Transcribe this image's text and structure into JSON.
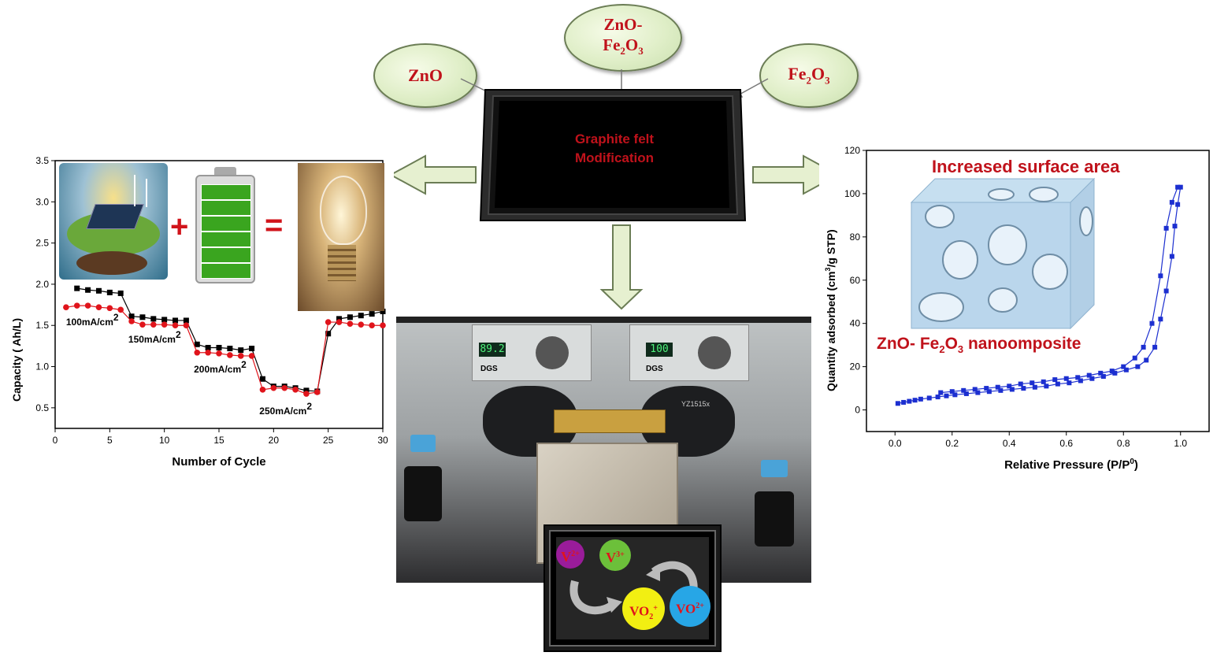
{
  "bubbles": {
    "zno": "ZnO",
    "zno_fe2o3_line1": "ZnO-",
    "fe2o3_base": "Fe",
    "fe2o3_sub1": "2",
    "fe2o3_o": "O",
    "fe2o3_sub2": "3"
  },
  "center_panel": {
    "line1": "Graphite felt",
    "line2": "Modification"
  },
  "ions": {
    "v2": {
      "base": "V",
      "sup": "2+"
    },
    "v3": {
      "base": "V",
      "sup": "3+"
    },
    "vo2p": {
      "base": "VO",
      "sub": "2",
      "sup": "+"
    },
    "vo2pp": {
      "base": "VO",
      "sup": "2+"
    }
  },
  "bet": {
    "title": "Increased surface area",
    "caption_prefix": "ZnO- Fe",
    "caption_sub1": "2",
    "caption_mid": "O",
    "caption_sub2": "3",
    "caption_suffix": " nanoomposite"
  },
  "device_readouts": {
    "left": "89.2",
    "right": "100",
    "brand": "DGS",
    "model": "YZ1515x"
  },
  "colors": {
    "accent_red": "#c0121b",
    "bubble_fill": "#dfeec7",
    "arrow_fill": "#e6f0d0",
    "black_series": "#000000",
    "red_series": "#e0141b",
    "blue_series": "#1c2fd0"
  },
  "chart_data": [
    {
      "type": "line",
      "xlabel": "Number of Cycle",
      "ylabel": "Capacity (    Ah/L)",
      "xlim": [
        0,
        30
      ],
      "ylim": [
        0.25,
        3.5
      ],
      "xticks": [
        "0",
        "5",
        "10",
        "15",
        "20",
        "25",
        "30"
      ],
      "yticks": [
        "0.5",
        "1.0",
        "1.5",
        "2.0",
        "2.5",
        "3.0",
        "3.5"
      ],
      "annotations": [
        {
          "text": "100mA/cm",
          "sup": "2",
          "x": 1,
          "y": 1.5
        },
        {
          "text": "150mA/cm",
          "sup": "2",
          "x": 6.7,
          "y": 1.29
        },
        {
          "text": "200mA/cm",
          "sup": "2",
          "x": 12.7,
          "y": 0.93
        },
        {
          "text": "250mA/cm",
          "sup": "2",
          "x": 18.7,
          "y": 0.42
        }
      ],
      "series": [
        {
          "marker": "square",
          "x": [
            2,
            3,
            4,
            5,
            6,
            7,
            8,
            9,
            10,
            11,
            12,
            13,
            14,
            15,
            16,
            17,
            18,
            19,
            20,
            21,
            22,
            23,
            24,
            25,
            26,
            27,
            28,
            29,
            30
          ],
          "values": [
            1.95,
            1.93,
            1.92,
            1.9,
            1.89,
            1.61,
            1.6,
            1.58,
            1.57,
            1.56,
            1.56,
            1.27,
            1.23,
            1.23,
            1.22,
            1.2,
            1.22,
            0.85,
            0.76,
            0.76,
            0.74,
            0.71,
            0.7,
            1.4,
            1.58,
            1.6,
            1.62,
            1.64,
            1.67
          ]
        },
        {
          "marker": "circle",
          "x": [
            1,
            2,
            3,
            4,
            5,
            6,
            7,
            8,
            9,
            10,
            11,
            12,
            13,
            14,
            15,
            16,
            17,
            18,
            19,
            20,
            21,
            22,
            23,
            24,
            25,
            26,
            27,
            28,
            29,
            30
          ],
          "values": [
            1.72,
            1.74,
            1.74,
            1.72,
            1.71,
            1.69,
            1.55,
            1.51,
            1.51,
            1.51,
            1.5,
            1.5,
            1.17,
            1.17,
            1.16,
            1.14,
            1.13,
            1.13,
            0.72,
            0.74,
            0.74,
            0.72,
            0.67,
            0.69,
            1.54,
            1.54,
            1.52,
            1.51,
            1.5,
            1.5
          ]
        }
      ]
    },
    {
      "type": "line",
      "xlabel": "Relative Pressure (P/P",
      "xlabel_sup": "0",
      "xlabel_suffix": ")",
      "ylabel": "Quantity adsorbed (cm",
      "ylabel_sup": "3",
      "ylabel_suffix": "/g STP)",
      "xlim": [
        -0.1,
        1.1
      ],
      "ylim": [
        -10,
        120
      ],
      "xticks": [
        "0.0",
        "0.2",
        "0.4",
        "0.6",
        "0.8",
        "1.0"
      ],
      "yticks": [
        "0",
        "20",
        "40",
        "60",
        "80",
        "100",
        "120"
      ],
      "series": [
        {
          "marker": "square",
          "x": [
            0.01,
            0.03,
            0.05,
            0.07,
            0.09,
            0.12,
            0.15,
            0.18,
            0.21,
            0.25,
            0.29,
            0.33,
            0.37,
            0.41,
            0.45,
            0.49,
            0.53,
            0.57,
            0.61,
            0.65,
            0.69,
            0.73,
            0.77,
            0.81,
            0.85,
            0.88,
            0.91,
            0.93,
            0.95,
            0.97,
            0.98,
            0.99,
            1.0
          ],
          "values": [
            3,
            3.5,
            4,
            4.5,
            5,
            5.5,
            6,
            6.5,
            7,
            7.5,
            8,
            8.5,
            9,
            9.5,
            10,
            10.5,
            11,
            12,
            12.5,
            13.5,
            14.5,
            15.5,
            17,
            18.5,
            20,
            23,
            29,
            42,
            55,
            71,
            85,
            95,
            103
          ]
        },
        {
          "marker": "square",
          "x": [
            0.99,
            0.97,
            0.95,
            0.93,
            0.9,
            0.87,
            0.84,
            0.8,
            0.76,
            0.72,
            0.68,
            0.64,
            0.6,
            0.56,
            0.52,
            0.48,
            0.44,
            0.4,
            0.36,
            0.32,
            0.28,
            0.24,
            0.2,
            0.16
          ],
          "values": [
            103,
            96,
            84,
            62,
            40,
            29,
            24,
            20,
            18,
            17,
            16,
            15,
            14.5,
            14,
            13,
            12.5,
            12,
            11,
            10.5,
            10,
            9.5,
            9,
            8.5,
            8
          ]
        }
      ]
    }
  ]
}
